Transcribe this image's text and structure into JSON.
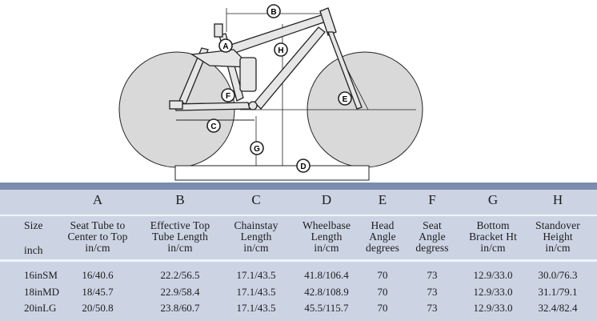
{
  "diagram": {
    "callouts": [
      "A",
      "B",
      "C",
      "D",
      "E",
      "F",
      "G",
      "H"
    ]
  },
  "table": {
    "letters": [
      "A",
      "B",
      "C",
      "D",
      "E",
      "F",
      "G",
      "H"
    ],
    "size_label": "Size",
    "unit_label": "inch",
    "headers": [
      [
        "Seat Tube to",
        "Center to Top",
        "in/cm"
      ],
      [
        "Effective Top",
        "Tube Length",
        "in/cm"
      ],
      [
        "Chainstay",
        "Length",
        "in/cm"
      ],
      [
        "Wheelbase",
        "Length",
        "in/cm"
      ],
      [
        "Head",
        "Angle",
        "degrees"
      ],
      [
        "Seat",
        "Angle",
        "degress"
      ],
      [
        "Bottom",
        "Bracket Ht",
        "in/cm"
      ],
      [
        "Standover",
        "Height",
        "in/cm"
      ]
    ],
    "rows": [
      {
        "size": "16inSM",
        "values": [
          "16/40.6",
          "22.2/56.5",
          "17.1/43.5",
          "41.8/106.4",
          "70",
          "73",
          "12.9/33.0",
          "30.0/76.3"
        ]
      },
      {
        "size": "18inMD",
        "values": [
          "18/45.7",
          "22.9/58.4",
          "17.1/43.5",
          "42.8/108.9",
          "70",
          "73",
          "12.9/33.0",
          "31.1/79.1"
        ]
      },
      {
        "size": "20inLG",
        "values": [
          "20/50.8",
          "23.8/60.7",
          "17.1/43.5",
          "45.5/115.7",
          "70",
          "73",
          "12.9/33.0",
          "32.4/82.4"
        ]
      }
    ]
  }
}
